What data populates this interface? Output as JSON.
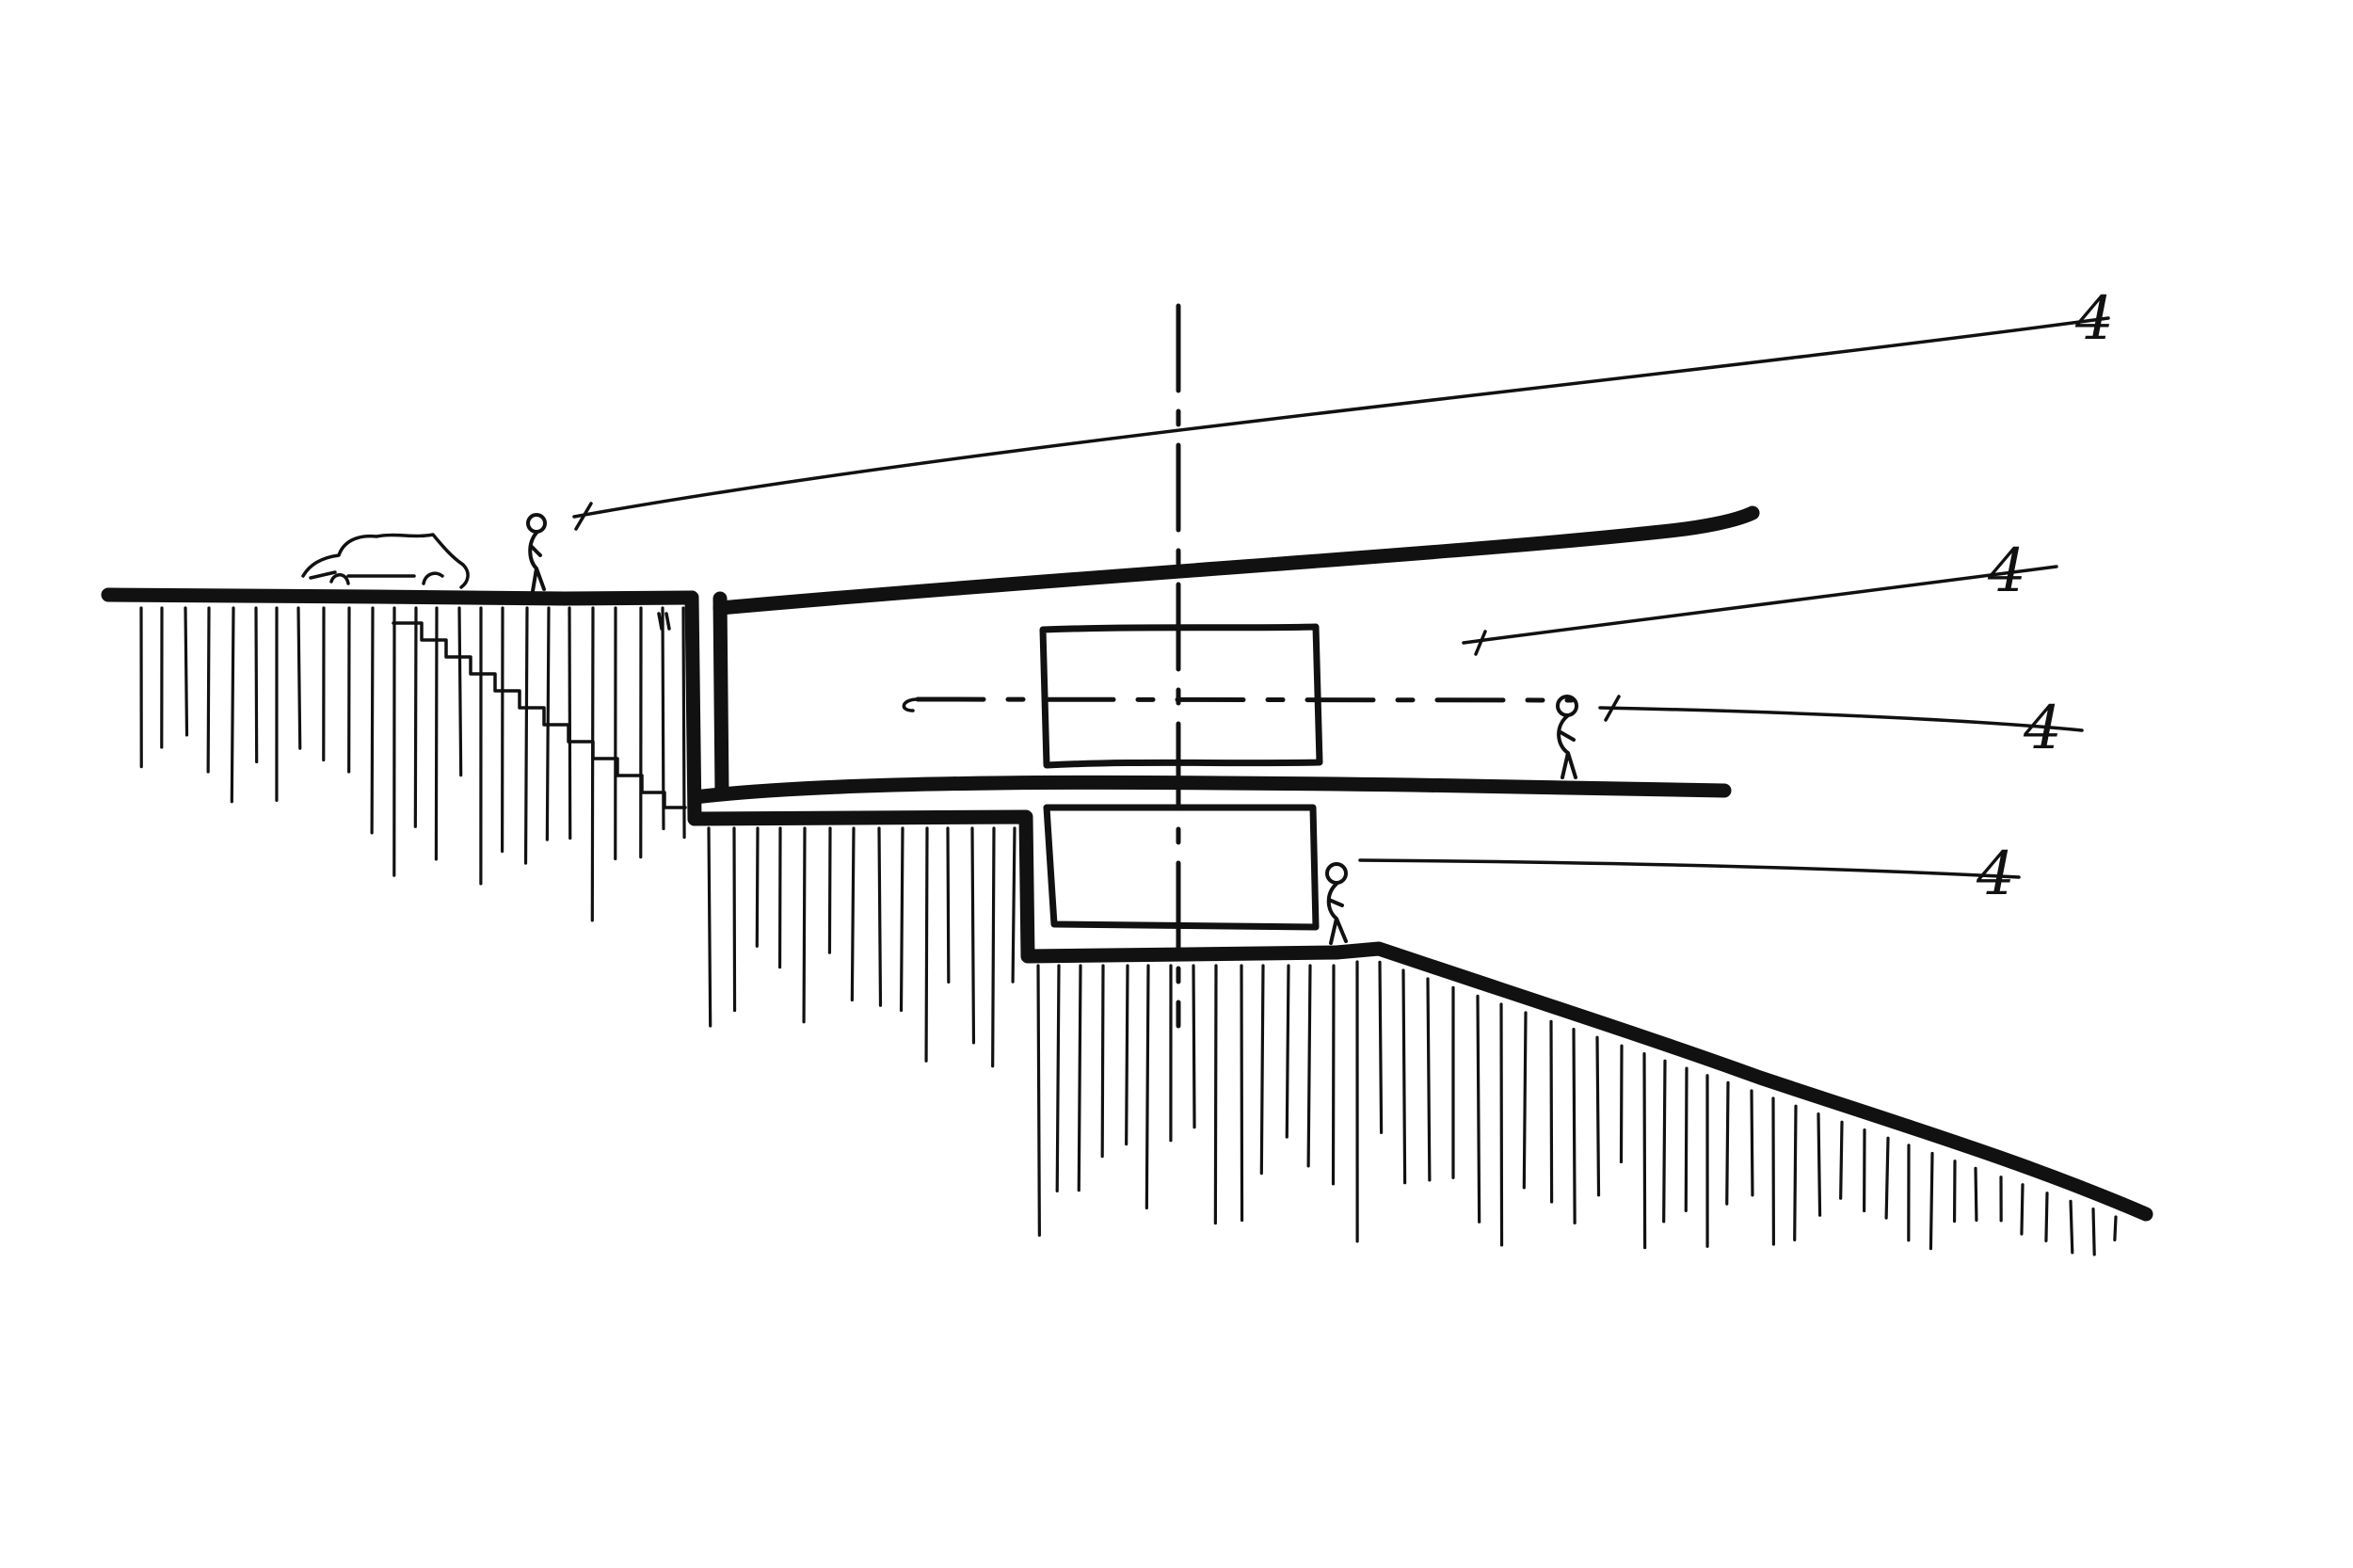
{
  "colors": {
    "ink": "#111111",
    "paper": "#ffffff"
  },
  "sight_marks": {
    "upper": "4",
    "upper_middle": "4",
    "middle": "4",
    "lower": "4"
  }
}
